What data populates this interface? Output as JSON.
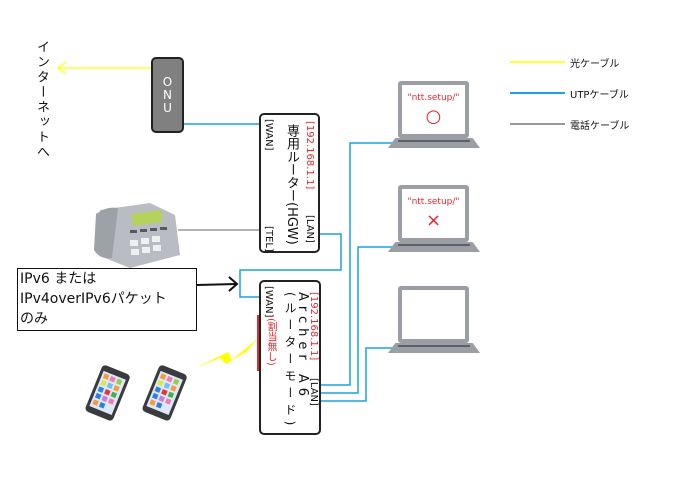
{
  "internet_label": "インターネットへ",
  "onu": {
    "label_lines": [
      "O",
      "N",
      "U"
    ]
  },
  "hgw": {
    "wan_port": "[WAN]",
    "tel_port": "[TEL]",
    "title": "専用ルーター(HGW)",
    "lan_port": "[LAN]",
    "lan_ip": "[192.168.1.1]"
  },
  "archer": {
    "wan_port": "[WAN]",
    "wan_note": "(割当無し)",
    "title": "Archer A6",
    "mode": "(ルーターモード)",
    "lan_port": "[LAN]",
    "lan_ip": "[192.168.1.1]"
  },
  "note": {
    "lines": [
      "IPv6 または",
      "IPv4overIPv6パケット",
      "のみ"
    ]
  },
  "legend": [
    {
      "label": "光ケーブル",
      "color": "#ffff33"
    },
    {
      "label": "UTPケーブル",
      "color": "#1aa3e0"
    },
    {
      "label": "電話ケーブル",
      "color": "#999999"
    }
  ],
  "laptops": [
    {
      "url": "\"ntt.setup/\"",
      "result": "○",
      "result_meaning": "success"
    },
    {
      "url": "\"ntt.setup/\"",
      "result": "×",
      "result_meaning": "failure"
    },
    {
      "url": "",
      "result": "",
      "result_meaning": "none"
    }
  ],
  "colors": {
    "fiber": "#ffff33",
    "utp": "#1aa3e0",
    "phone": "#999999",
    "accent_red": "#e0282e"
  }
}
